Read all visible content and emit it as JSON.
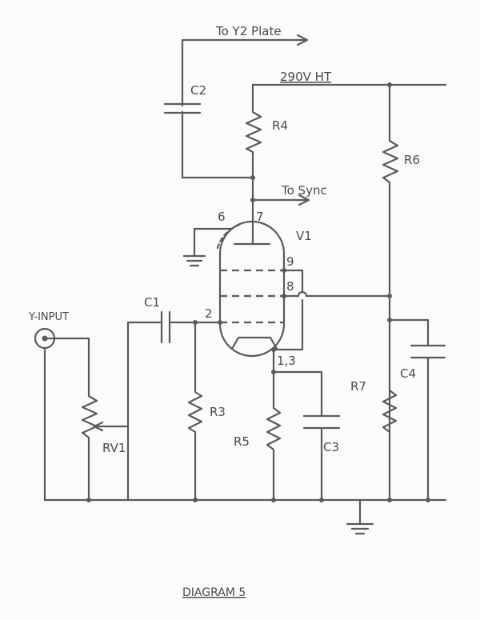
{
  "title": "DIAGRAM 5",
  "labels": {
    "to_y2_plate": "To Y2 Plate",
    "ht": "290V   HT",
    "to_sync": "To Sync",
    "y_input": "Y-INPUT",
    "valve": "V1"
  },
  "components": {
    "c1": "C1",
    "c2": "C2",
    "c3": "C3",
    "c4": "C4",
    "r3": "R3",
    "r4": "R4",
    "r5": "R5",
    "r6": "R6",
    "r7": "R7",
    "rv1": "RV1"
  },
  "pins": {
    "p6": "6",
    "p7": "7",
    "p9": "9",
    "p8": "8",
    "p2": "2",
    "p13": "1,3"
  }
}
